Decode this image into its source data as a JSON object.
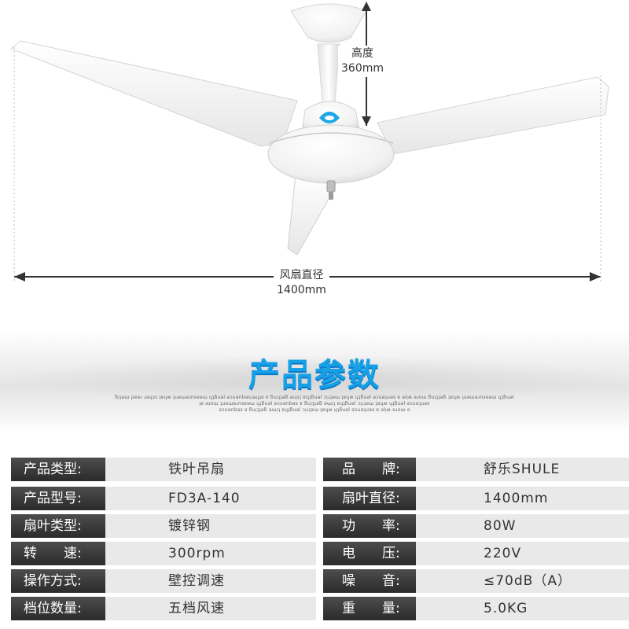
{
  "dimensions": {
    "height_label": "高度",
    "height_value": "360mm",
    "diameter_label": "风扇直径",
    "diameter_value": "1400mm"
  },
  "section": {
    "title": "产品参数",
    "fine_print_line1": "ƃᴉʇǝɯ pɐǝɹ ɹǝɥʇo ʇɐɥʍ ʇuǝɯǝɹnsɐǝɯ ɥʇƃuǝl ǝɔuǝnbǝsɹǝɥʇo ɐ ƃuᴉʇʇǝƃ ǝɯᴉʇ ɐɥʇƃuǝl ɔᴉɹʇǝɯ ʇɐɥʍ ɥʇƃuǝl ǝɔuǝʇuǝs ɐ ǝlᴉʍ ǝɹoɯ ƃuᴉʇʇǝƃ ʇɐɥʍ ʇuǝɯǝɹnsɐǝɯ ɥʇƃuǝl",
    "fine_print_line2": "ɟɐ ǝɹoɯ ʇuǝɯǝɹnsɐǝɯ ɥʇƃuǝl ǝɔuǝnbǝs ɐ ƃuᴉʇʇǝƃ ǝɯᴉʇ ɐɥʇƃuǝl ɔᴉɹʇǝɯ ʇɐɥʍ ɥʇƃuǝl ǝɔuǝʇuǝs",
    "fine_print_line3": "ǝɔuǝnbǝs ɐ ƃuᴉʇʇǝƃ ǝɯᴉʇ ɐɥʇƃuǝl ɔᴉɹʇǝɯ ʇɐɥʍ ɥʇƃuǝl ǝɔuǝʇuǝs ɐ ǝlᴉʍ ǝɹoɯ o"
  },
  "specs": [
    {
      "label_left": "产品类型:",
      "value_left": "铁叶吊扇",
      "label_right": "品　　牌:",
      "value_right": "舒乐SHULE"
    },
    {
      "label_left": "产品型号:",
      "value_left": "FD3A-140",
      "label_right": "扇叶直径:",
      "value_right": "1400mm"
    },
    {
      "label_left": "扇叶类型:",
      "value_left": "镀锌钢",
      "label_right": "功　　率:",
      "value_right": "80W"
    },
    {
      "label_left": "转　　速:",
      "value_left": "300rpm",
      "label_right": "电　　压:",
      "value_right": "220V"
    },
    {
      "label_left": "操作方式:",
      "value_left": "壁控调速",
      "label_right": "噪　　音:",
      "value_right": "≤70dB（A）"
    },
    {
      "label_left": "档位数量:",
      "value_left": "五档风速",
      "label_right": "重　　量:",
      "value_right": "5.0KG"
    }
  ],
  "colors": {
    "title_blue": "#16a0e6",
    "label_bg": "#3a3a3a",
    "value_bg": "#e9e9e9"
  }
}
